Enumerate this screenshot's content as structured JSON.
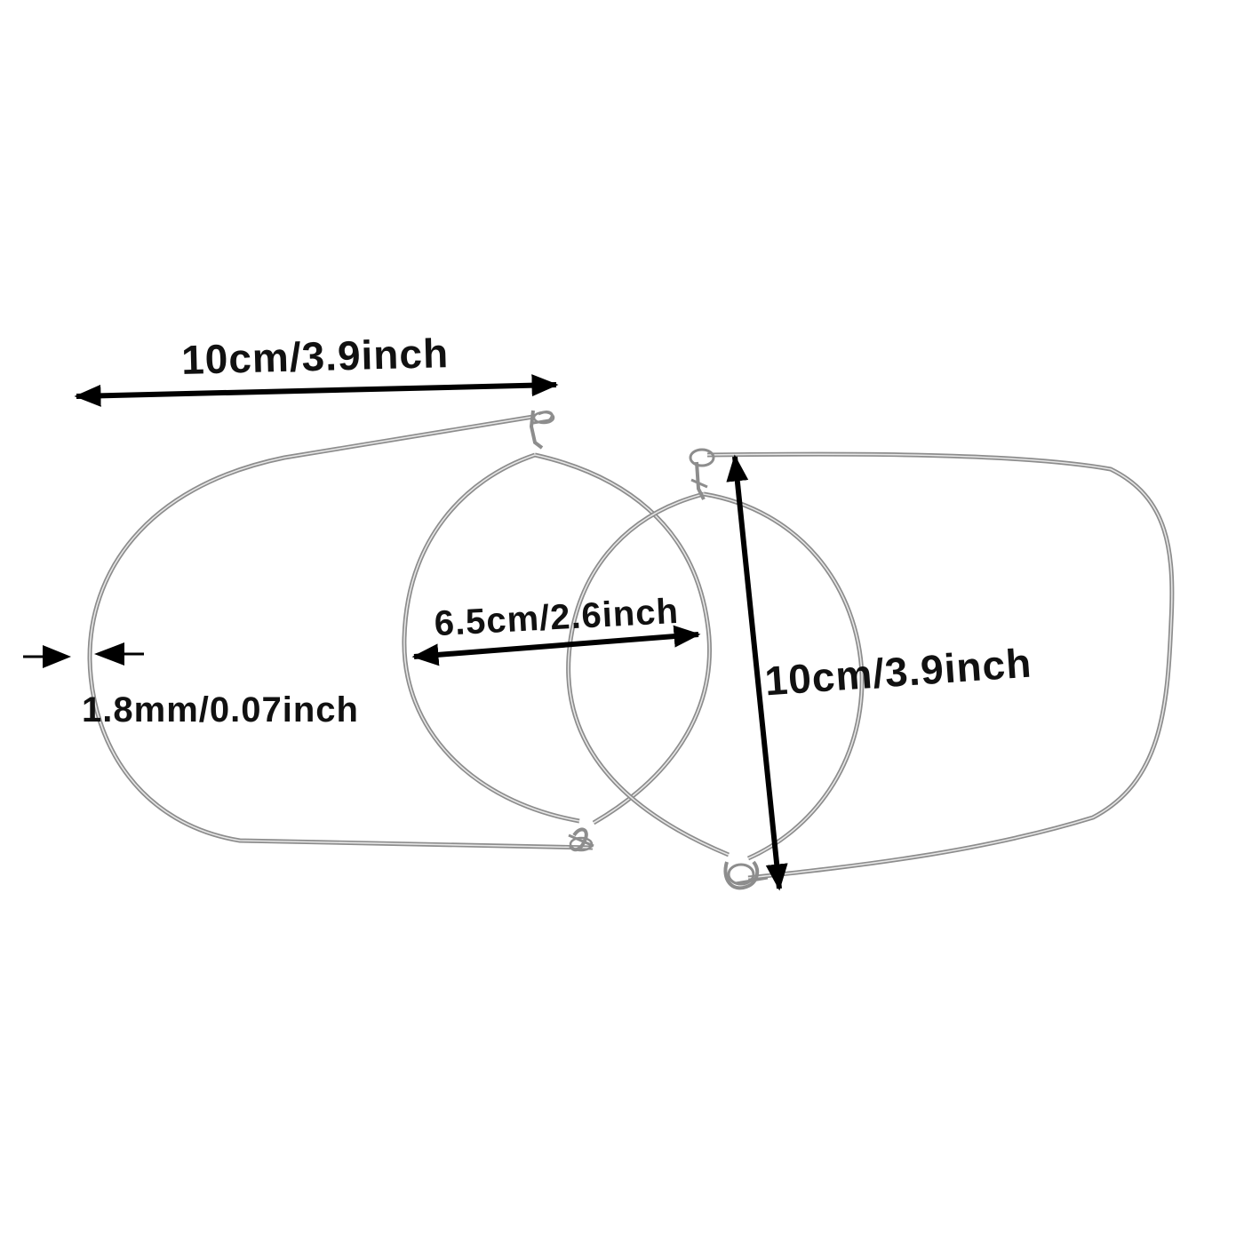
{
  "labels": {
    "top_width": "10cm/3.9inch",
    "inner_width": "6.5cm/2.6inch",
    "wire_thickness": "1.8mm/0.07inch",
    "right_height": "10cm/3.9inch"
  },
  "colors": {
    "wire_outer": "#8d8d8d",
    "wire_inner": "#e6e6e6",
    "arrow": "#000000",
    "text": "#111111",
    "background": "#ffffff"
  }
}
